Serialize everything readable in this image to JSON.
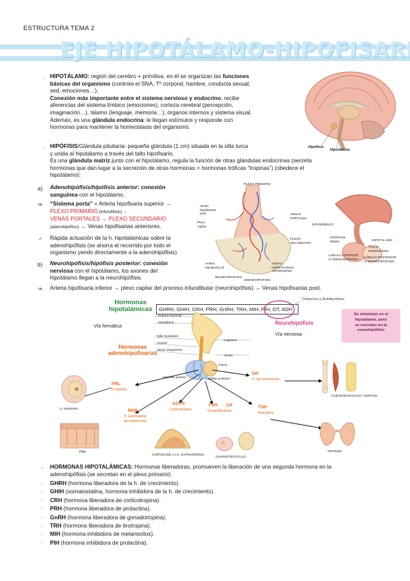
{
  "header": {
    "doc_title": "ESTRUCTURA TEMA 2"
  },
  "banner": {
    "title": "EJE HIPOTÁLAMO-HIPOFISARIO"
  },
  "hypothalamus": {
    "bullet": "·",
    "term": "HIPOTÁLAMO:",
    "line1_a": " región del cerebro + primitiva, en él se organizan las ",
    "line1_b": "funciones",
    "line2_a": "básicas del organismo",
    "line2_b": " (controla el SNA, Tº corporal, hambre, conducta sexual,",
    "line3": "sed, emociones…).",
    "line4_a": "Conexión más importante entre el sistema nervioso y endocrino",
    "line4_b": ", recibe",
    "line5": "aferencias del sistema límbico (emociones), corteza cerebral (percepción,",
    "line6": "imaginación…), tálamo (lenguaje, memoria…), órganos internos y sistema visual.",
    "line7_a": "Además, es una ",
    "line7_b": "glándula endocrina",
    "line7_c": ": le llegan estímulos y responde con",
    "line8": "hormonas para mantener la homeostasis del organismo."
  },
  "brain_labels": {
    "hipofisis": "Hipófisis",
    "hipotalamo": "Hipotálamo"
  },
  "pituitary": {
    "bullet": "·",
    "term": "HIPÓFISIS",
    "term2": "/Glándula pituitaria:",
    "line1": " pequeña glándula (1 cm) situada en la silla turca",
    "line2": "y unida al hipotálamo a través del tallo hipofisario.",
    "line3_a": "Es una ",
    "line3_b": "glándula matriz",
    "line3_c": " junto con el hipotálamo, regula la función de otras glándulas endocrinas (secreta",
    "line4": "hormonas que dan lugar a la secreción de otras hormonas = hormonas tróficas “tropinas”) (obedece el",
    "line5": "hipotálamo):"
  },
  "adeno": {
    "marker": "a)",
    "term": "Adenohipófisis/hipófisis anterior",
    "line1_b": ": conexión",
    "line2_a": "sanguínea",
    "line2_b": " con el hipotálamo.",
    "arrow_marker": "⇒",
    "portal_term": "“Sistema porta”",
    "portal_rest": " = Arteria hipofisaria superior →",
    "plexo1": "PLEXO PRIMARIO",
    "plexo1_small": " (infundíbulo) →",
    "venas": "VENAS PORTALES → PLEXO SECUNDARIO",
    "adeno_small": "(adenohipófisis)",
    "adeno_rest": " → Venas hipofisarias anteriores.",
    "check_marker": "✓",
    "fast1": "Rápida actuación de la h. hipotalámicas sobre la",
    "fast2": "adenohipófisis (se ahorra el recorrido por todo el",
    "fast3": "organismo yendo directamente a la adenohipófisis)."
  },
  "neuro": {
    "marker": "b)",
    "term": "Neurohipófisis/hipófisis posterior",
    "line1_b": ": conexión",
    "line2_a": "nerviosa",
    "line2_b": " con el hipotálamo, los axones del",
    "line3": "hipotálamo llegan a la neurohipófisis.",
    "arrow_marker": "⇒",
    "arrow_line": "Arteria hipofisaria inferior → plexo capilar del proceso infundibular (neurohipófisis) → Venas hipofisarias post."
  },
  "portal_labels": {
    "plexo_primario": "PLEXO PRIMARIO",
    "venas_hipof": "Venas\nhipofisarias\npost.",
    "plexo_capilar": "Plexo\ncapilar",
    "venas_portales": "VENAS\nPORTALES",
    "plexo_secundario": "PLEXO\nSECUNDARIO",
    "arteria_inf": "Arteria\nhipofisaria inf.",
    "venas_ant": "VENAS\nHIPOFISARIAS\nANTERIORES",
    "neurohipofisis": "NEUROHIPÓFISIS",
    "adenohipofisis": "ADENOHIPÓFISIS"
  },
  "gland_labels": {
    "infundibulo": "INFUNDÍBULO",
    "hipotalamo": "HIPOTÁLAMO",
    "hipofisis_media": "HIPÓFISIS\nMEDIA",
    "tallo": "TALLO\nHIPOFISARIO",
    "lobulo_ant": "LÓBULO ANTERIOR\nO ADENOHIPÓFISIS",
    "lobulo_post": "LÓBULO POSTERIOR\nO NEUROHIPÓFISIS"
  },
  "diagram": {
    "hormonas_hipo": "Hormonas\nhipotalámicas",
    "hormone_box": "GHRH, GHIH, CRH, PRH, GnRH, TRH, MIH, PIH, OT, ADH",
    "oxitocina": "Oxitocina y Antidiurética",
    "neurohipofisis": "Neurohipófisis",
    "via_nerviosa": "Vía nerviosa",
    "via_hematica": "Vía hemática",
    "secret_note": "Se sintetizan en el\nhipotálamo, pero\nse secretan en la\nneurohipófisis",
    "hormonas_adeno": "Hormonas\nadenohipofisarias",
    "prl": "PRL",
    "prl_sub": "Prolactina",
    "gh": "GH",
    "gh_sub": "H. del crecimiento",
    "msh": "MSH",
    "msh_sub": "H. Estimulante\nde melanocitos",
    "acth": "ACTH",
    "acth_sub": "Corticotropina",
    "fsh": "FSH",
    "lh": "LH",
    "fshlh_sub": "Gonadotropinas",
    "tsh": "TSH",
    "tsh_sub": "tirotropina",
    "g_mamaria": "G. MAMARIA",
    "hueso": "HUESO/MÚSCULO/T. ADIPOSO",
    "piel": "Piel",
    "corteza": "CORTEZADE LA G. SUPRARRENAL",
    "ovario": "OVARIO/TESTÍCULO",
    "tiroides": "TIROIDES",
    "small_labels": [
      "Cuerpo neuronal",
      "Hipotálamo",
      "Tallo hipofisario",
      "Axones",
      "Vasos sanguíneos",
      "Capilares",
      "Venas",
      "Arteria",
      "Hipófisis anterior",
      "Hipófisis posterior"
    ]
  },
  "hormones_list": {
    "dash": "-",
    "term": "HORMONAS HIPOTALÁMICAS:",
    "intro_a": " Hormonas liberadoras, promueven la liberación de una segunda hormona en la",
    "intro_b": "adenohipófisis (se secretan en el plexo primario).",
    "items": [
      {
        "abbr": "GHRH",
        "desc": " (hormona liberadora de la h. de crecimiento)."
      },
      {
        "abbr": "GHIH",
        "desc": " (somatostatina, hormona inhibidora de la h. de crecimiento)."
      },
      {
        "abbr": "CRH",
        "desc": " (hormona liberadora de corticotropina)."
      },
      {
        "abbr": "PRH",
        "desc": " (hormona liberadora de prolactina)."
      },
      {
        "abbr": "GnRH",
        "desc": " (hormona liberadora de gonadotropina)."
      },
      {
        "abbr": "TRH",
        "desc": " (hormona liberadora de tirotropina)."
      },
      {
        "abbr": "MIH",
        "desc": " (hormona inhibidora de melanocitos)."
      },
      {
        "abbr": "PIH",
        "desc": " (hormona inhibidora de prolactina)."
      }
    ],
    "item_bullet": "·"
  }
}
